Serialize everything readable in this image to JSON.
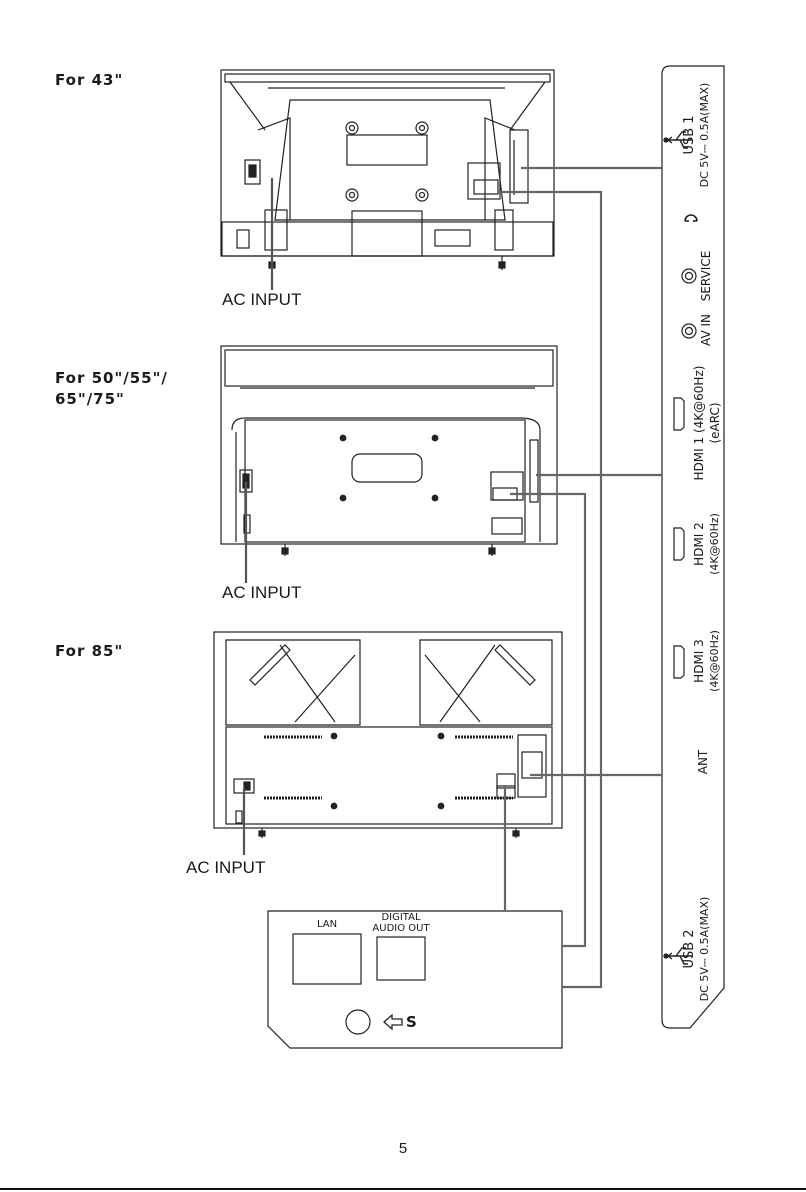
{
  "headings": {
    "tv43": "For 43\"",
    "tv50_line1": "For 50\"/55\"/",
    "tv50_line2": "65\"/75\"",
    "tv85": "For 85\""
  },
  "ac_input_label": "AC INPUT",
  "side_panel": {
    "usb1_name": "USB 1",
    "usb1_spec": "DC 5V⎓ 0.5A(MAX)",
    "headphone_icon": "headphone-icon",
    "service": "SERVICE",
    "av_in": "AV IN",
    "hdmi1_line1": "HDMI 1 (4K@60Hz)",
    "hdmi1_line2": "(eARC)",
    "hdmi2_line1": "HDMI 2",
    "hdmi2_line2": "(4K@60Hz)",
    "hdmi3_line1": "HDMI 3",
    "hdmi3_line2": "(4K@60Hz)",
    "ant": "ANT",
    "usb2_name": "USB 2",
    "usb2_spec": "DC 5V⎓ 0.5A(MAX)"
  },
  "bottom_panel": {
    "lan": "LAN",
    "digital_line1": "DIGITAL",
    "digital_line2": "AUDIO OUT",
    "s_label": "S"
  },
  "page_number": "5"
}
